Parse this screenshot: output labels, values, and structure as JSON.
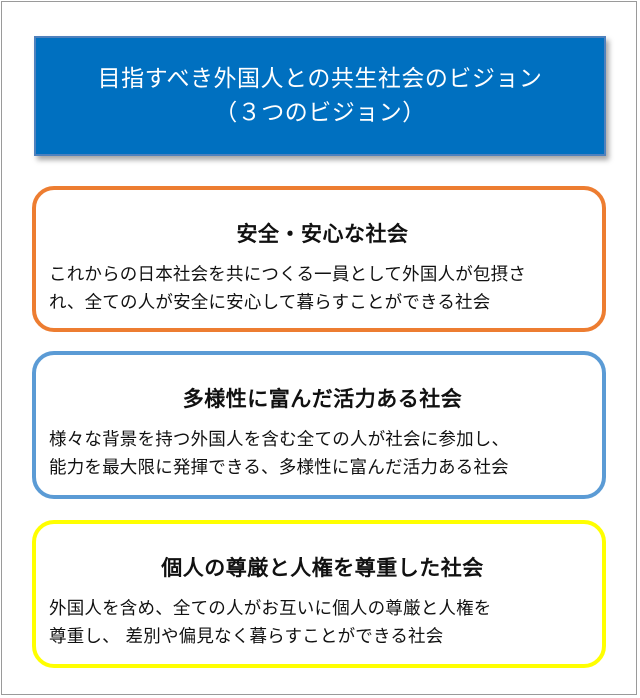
{
  "title": {
    "line1": "目指すべき外国人との共生社会のビジョン",
    "line2": "（３つのビジョン）"
  },
  "colors": {
    "title_background": "#0070c0",
    "vision1_border": "#ed7d31",
    "vision2_border": "#5b9bd5",
    "vision3_border": "#ffff00"
  },
  "visions": [
    {
      "heading": "安全・安心な社会",
      "line1": "これからの日本社会を共につくる一員として外国人が包摂さ",
      "line2": "れ、全ての人が安全に安心して暮らすことができる社会"
    },
    {
      "heading": "多様性に富んだ活力ある社会",
      "line1": "様々な背景を持つ外国人を含む全ての人が社会に参加し、",
      "line2": "能力を最大限に発揮できる、多様性に富んだ活力ある社会"
    },
    {
      "heading": "個人の尊厳と人権を尊重した社会",
      "line1": "外国人を含め、全ての人がお互いに個人の尊厳と人権を",
      "line2": "尊重し、 差別や偏見なく暮らすことができる社会"
    }
  ]
}
